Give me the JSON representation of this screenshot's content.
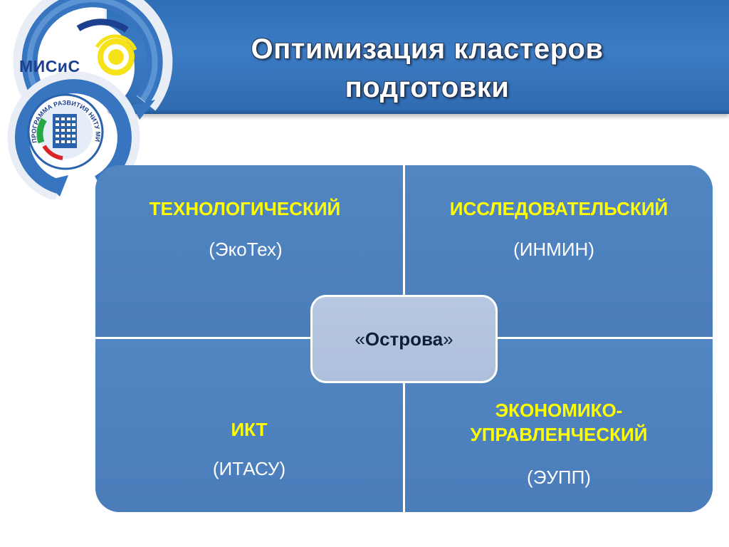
{
  "title": {
    "line1": "Оптимизация кластеров",
    "line2": "подготовки"
  },
  "logo": {
    "brand": "МИСиС",
    "ring_text": "ПРОГРАММА РАЗВИТИЯ НИТУ МИСИС",
    "icons": [
      "misis-logo-icon",
      "development-program-emblem-icon"
    ]
  },
  "colors": {
    "banner": "#3c7cc4",
    "matrix": "#4f81bd",
    "cluster_name": "#ffff00",
    "center_box": "#b8c8e2"
  },
  "matrix": {
    "top_left": {
      "name": "ТЕХНОЛОГИЧЕСКИЙ",
      "code": "(ЭкоТех)"
    },
    "top_right": {
      "name": "ИССЛЕДОВАТЕЛЬСКИЙ",
      "code": "(ИНМИН)"
    },
    "bottom_left": {
      "name": "ИКТ",
      "code": "(ИТАСУ)"
    },
    "bottom_right": {
      "name_line1": "ЭКОНОМИКО-",
      "name_line2": "УПРАВЛЕНЧЕСКИЙ",
      "code": "(ЭУПП)"
    },
    "center": {
      "open_quote": "«",
      "label": "Острова",
      "close_quote": "»"
    }
  }
}
